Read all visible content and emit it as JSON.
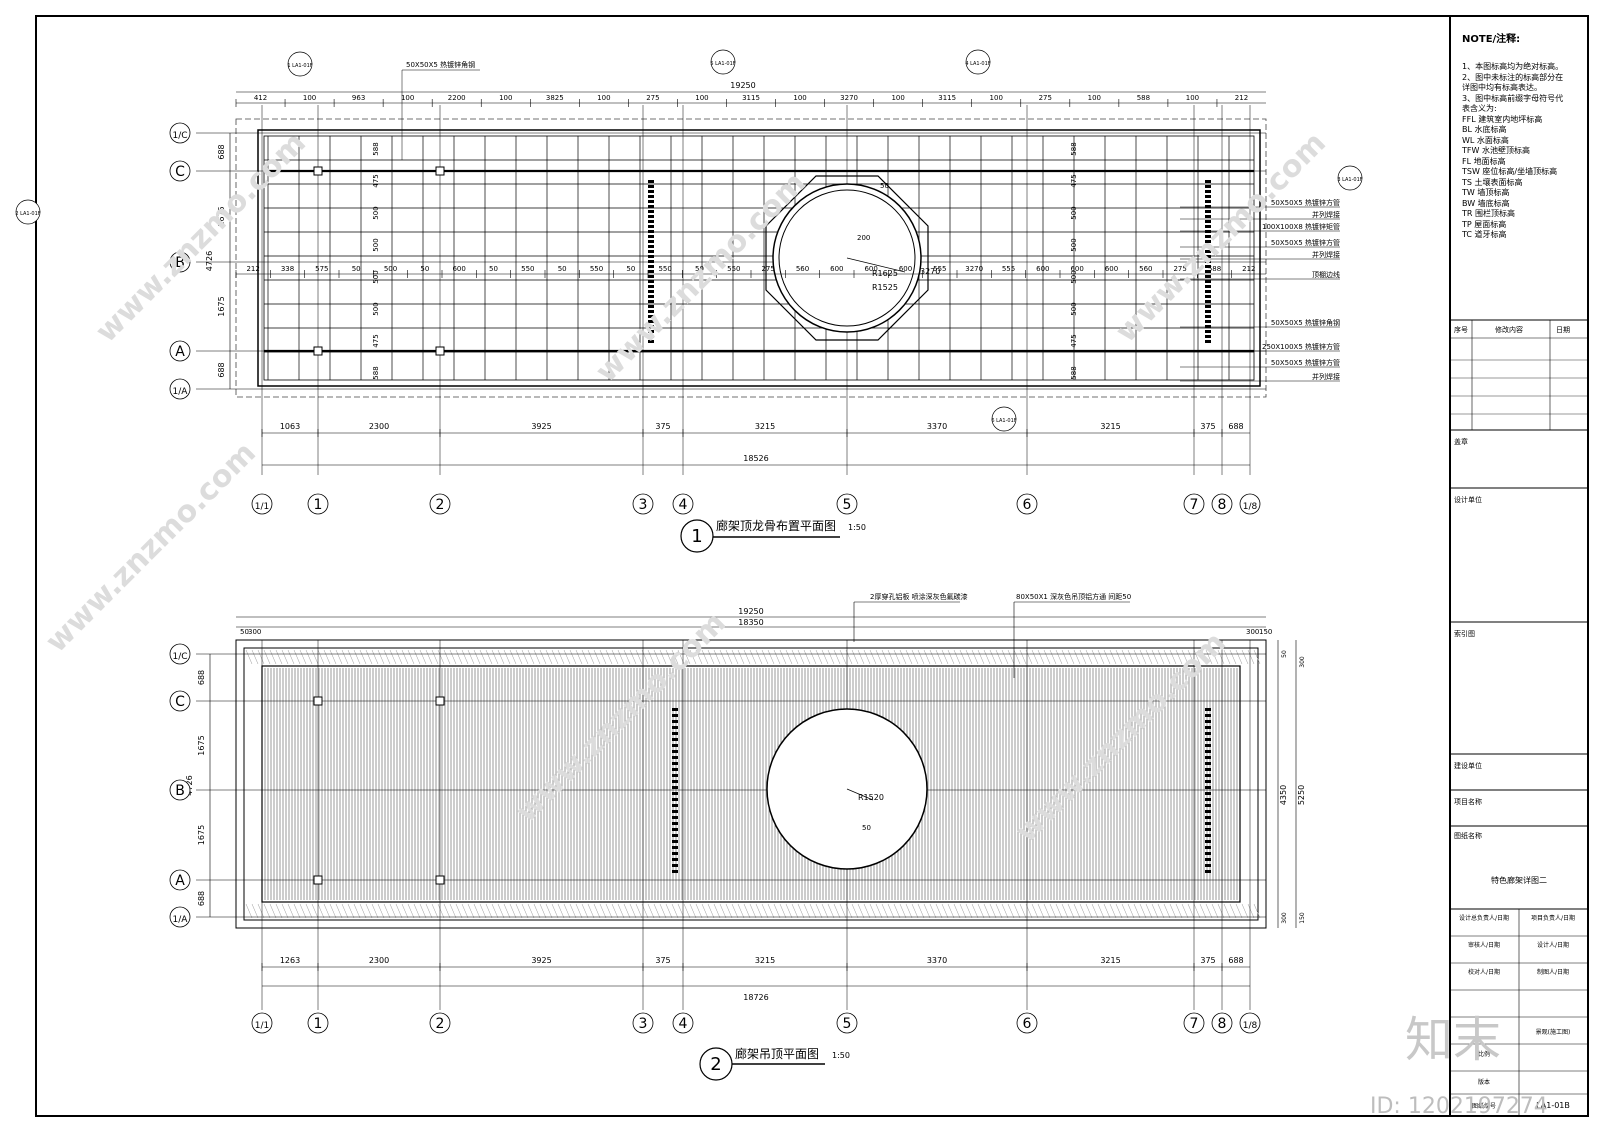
{
  "titles": {
    "plan1": "廊架顶龙骨布置平面图",
    "plan1_num": "1",
    "plan1_scale": "1:50",
    "plan2": "廊架吊顶平面图",
    "plan2_num": "2",
    "plan2_scale": "1:50"
  },
  "notes": {
    "title": "NOTE/注释:",
    "lines": [
      "1、本图标高均为绝对标高。",
      "2、图中未标注的标高部分在",
      "详图中均有标高表达。",
      "3、图中标高前缀字母符号代",
      "表含义为:",
      "FFL  建筑室内地坪标高",
      "BL   水底标高",
      "WL   水面标高",
      "TFW  水池壁顶标高",
      "FL   地面标高",
      "TSW  座位标高/坐墙顶标高",
      "TS   土壤表面标高",
      "TW   墙顶标高",
      "BW   墙底标高",
      "TR   围栏顶标高",
      "TP   屋面标高",
      "TC   道牙标高"
    ]
  },
  "title_block": {
    "rev_no": "序号",
    "rev_content": "修改内容",
    "rev_date": "日期",
    "seal": "盖章",
    "design_unit": "设计单位",
    "key_plan": "索引图",
    "client": "建设单位",
    "project": "项目名称",
    "drawing_title_label": "图纸名称",
    "drawing_title": "特色廊架详图二",
    "design_lead": "设计总负责人/日期",
    "project_lead": "项目负责人/日期",
    "reviewer": "审核人/日期",
    "designer": "设计人/日期",
    "checker": "校对人/日期",
    "drafter": "制图人/日期",
    "scale": "比例",
    "stage": "景观(施工图)",
    "version": "版本",
    "sheet_no_label": "图纸编号",
    "sheet_no": "LA1-01B"
  },
  "plan1": {
    "overall_top": "19250",
    "top_dims": [
      "412",
      "100",
      "963",
      "100",
      "2200",
      "100",
      "3825",
      "100",
      "275",
      "100",
      "3115",
      "100",
      "3270",
      "100",
      "3115",
      "100",
      "275",
      "100",
      "588",
      "100",
      "212"
    ],
    "mid_dims": [
      "212",
      "338",
      "575",
      "50",
      "500",
      "50",
      "600",
      "50",
      "550",
      "50",
      "550",
      "50",
      "550",
      "50",
      "550",
      "275",
      "560",
      "600",
      "600",
      "600",
      "555",
      "3270",
      "555",
      "600",
      "600",
      "600",
      "560",
      "275",
      "588",
      "212"
    ],
    "row_dims_left": [
      "688",
      "1675",
      "4726",
      "1675",
      "688"
    ],
    "row_dims_inner": [
      "588",
      "475",
      "500",
      "500",
      "500",
      "500",
      "475",
      "588"
    ],
    "bottom_dims": [
      "1063",
      "2300",
      "3925",
      "375",
      "3215",
      "3370",
      "3215",
      "375",
      "688"
    ],
    "overall_bottom": "18526",
    "axes_x": [
      "1/1",
      "1",
      "2",
      "3",
      "4",
      "5",
      "6",
      "7",
      "8",
      "1/8"
    ],
    "axes_y": [
      "1/C",
      "C",
      "B",
      "A",
      "1/A"
    ],
    "radius_labels": [
      "R1625",
      "R1525",
      "200",
      "50"
    ],
    "center_span": "3270",
    "callouts": [
      "1 LA1-01F",
      "2 LA1-01F",
      "3 LA1-01F",
      "4 LA1-01F",
      "5 LA1-01F",
      "6 LA1-01F"
    ],
    "top_leader": "50X50X5 热镀锌角钢",
    "right_leaders": [
      "50X50X5 热镀锌方管",
      "并列焊接",
      "100X100X8 热镀锌矩管",
      "50X50X5 热镀锌方管",
      "并列焊接",
      "顶棚边线",
      "50X50X5 热镀锌角钢",
      "250X100X5 热镀锌方管",
      "50X50X5 热镀锌方管",
      "并列焊接"
    ]
  },
  "plan2": {
    "overall_top": "19250",
    "inner_top": "18350",
    "top_small": [
      "50",
      "300",
      "300",
      "150"
    ],
    "leader1": "2厚穿孔铝板 喷涂深灰色氟碳漆",
    "leader2": "80X50X1 深灰色吊顶铝方通 间距50",
    "row_dims_left": [
      "688",
      "1675",
      "4726",
      "1675",
      "688"
    ],
    "right_dims": [
      "4350",
      "5250",
      "50",
      "300",
      "300",
      "150"
    ],
    "bottom_dims": [
      "1263",
      "2300",
      "3925",
      "375",
      "3215",
      "3370",
      "3215",
      "375",
      "688"
    ],
    "overall_bottom": "18726",
    "radius_label": "R1520",
    "edge_label": "50",
    "axes_x": [
      "1/1",
      "1",
      "2",
      "3",
      "4",
      "5",
      "6",
      "7",
      "8",
      "1/8"
    ],
    "axes_y": [
      "1/C",
      "C",
      "B",
      "A",
      "1/A"
    ]
  },
  "watermark": {
    "url": "www.znzmo.com",
    "brand": "知末",
    "id": "ID: 1202197274"
  }
}
